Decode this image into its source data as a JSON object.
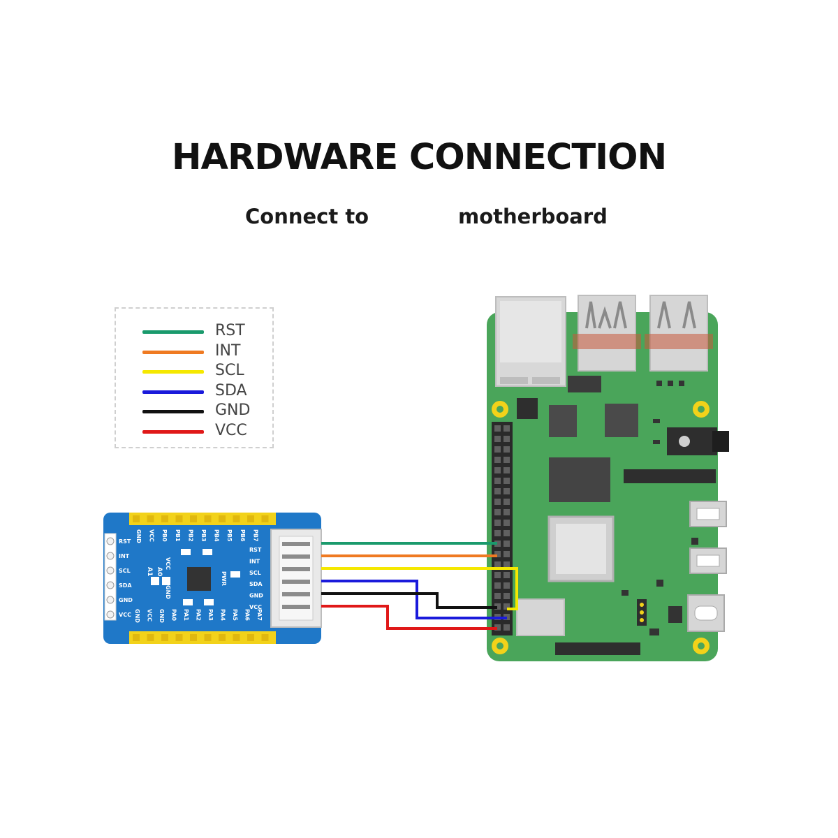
{
  "title": "HARDWARE CONNECTION",
  "subtitle": {
    "left": "Connect to",
    "right": "motherboard"
  },
  "legend": [
    {
      "label": "RST",
      "color": "#1a9a6c"
    },
    {
      "label": "INT",
      "color": "#ef7a22"
    },
    {
      "label": "SCL",
      "color": "#f5e800"
    },
    {
      "label": "SDA",
      "color": "#1a1adb"
    },
    {
      "label": "GND",
      "color": "#111111"
    },
    {
      "label": "VCC",
      "color": "#e01818"
    }
  ],
  "module": {
    "header_labels_top": [
      "GND",
      "VCC",
      "PB0",
      "PB1",
      "PB2",
      "PB3",
      "PB4",
      "PB5",
      "PB6",
      "PB7"
    ],
    "header_labels_bottom": [
      "GND",
      "VCC",
      "GND",
      "PA0",
      "PA1",
      "PA2",
      "PA3",
      "PA4",
      "PA5",
      "PA6",
      "PA7"
    ],
    "side_pins": [
      "RST",
      "INT",
      "SCL",
      "SDA",
      "GND",
      "VCC"
    ],
    "connector_pins": [
      "RST",
      "INT",
      "SCL",
      "SDA",
      "GND",
      "VCC"
    ],
    "board_labels": [
      "VCC",
      "GND",
      "A0",
      "A1",
      "PWR"
    ],
    "colors": {
      "board": "#1f78c8",
      "header": "#f2d21a"
    }
  },
  "motherboard": {
    "colors": {
      "board": "#4aa55a",
      "chip": "#4a4a4a",
      "metal": "#d6d6d6",
      "hole": "#f2d21a"
    }
  }
}
